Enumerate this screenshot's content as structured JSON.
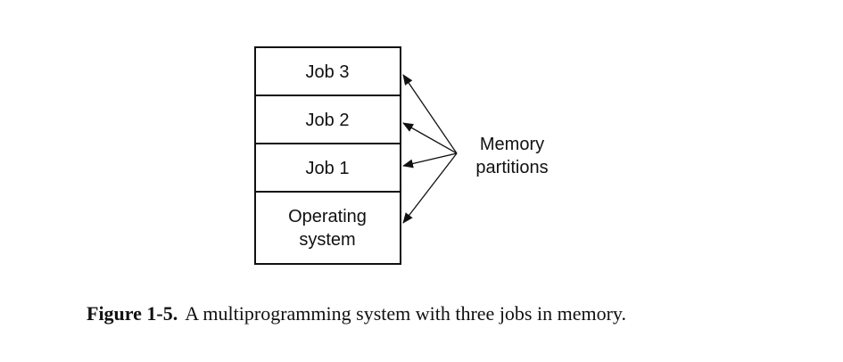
{
  "diagram": {
    "partitions": [
      {
        "label": "Job 3"
      },
      {
        "label": "Job 2"
      },
      {
        "label": "Job 1"
      },
      {
        "label": "Operating system",
        "lines": [
          "Operating",
          "system"
        ]
      }
    ],
    "annotation": {
      "lines": [
        "Memory",
        "partitions"
      ]
    }
  },
  "caption": {
    "figure_number": "Figure 1-5.",
    "text": "A multiprogramming system with three jobs in memory."
  },
  "colors": {
    "ink": "#111111",
    "background": "#ffffff"
  }
}
